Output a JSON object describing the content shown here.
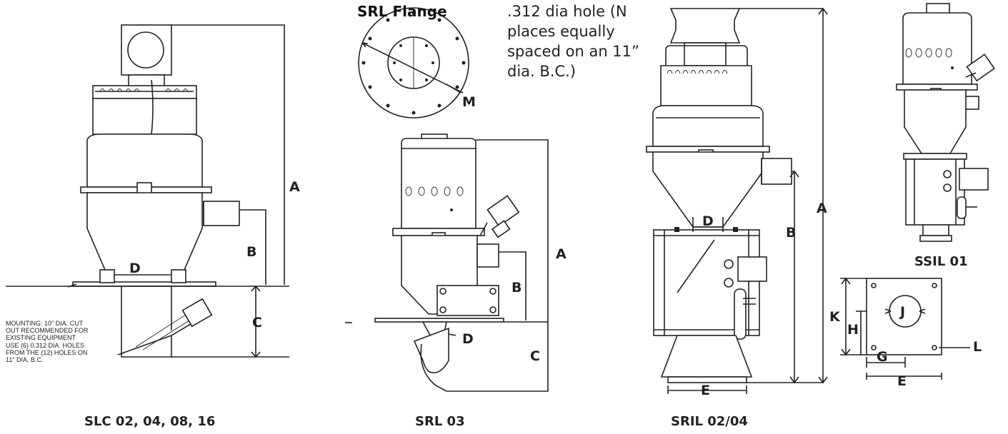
{
  "labels": {
    "slc": {
      "title": "SLC 02, 04, 08, 16",
      "dim_a": "A",
      "dim_b": "B",
      "dim_c": "C",
      "dim_d": "D",
      "mounting_note": [
        "MOUNTING: 10\" DIA. CUT",
        "OUT RECOMMENDED FOR",
        "EXISTING EQUIPMENT",
        "USE (6) 0.312 DIA. HOLES",
        "FROM THE (12) HOLES ON",
        "11\" DIA. B.C."
      ]
    },
    "flange": {
      "title": "SRL Flange",
      "dim_m": "M",
      "hole_note": [
        ".312 dia hole (N",
        "places equally",
        "spaced on an 11”",
        "dia. B.C.)"
      ]
    },
    "srl": {
      "title": "SRL 03",
      "dim_a": "A",
      "dim_b": "B",
      "dim_c": "C",
      "dim_d": "D"
    },
    "sril": {
      "title": "SRIL 02/04",
      "dim_a": "A",
      "dim_b": "B",
      "dim_d": "D",
      "dim_e": "E"
    },
    "ssil": {
      "title": "SSIL 01",
      "dim_k": "K",
      "dim_h": "H",
      "dim_j": "J",
      "dim_g": "G",
      "dim_e": "E",
      "dim_l": "L"
    }
  },
  "colors": {
    "line": "#222222",
    "background": "#ffffff"
  }
}
